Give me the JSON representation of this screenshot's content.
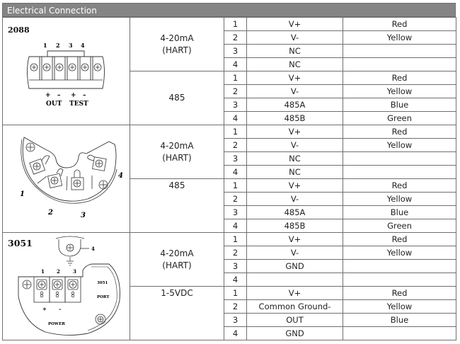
{
  "header": {
    "title": "Electrical Connection"
  },
  "sections": [
    {
      "model": "2088",
      "diagram": {
        "terminal_numbers": [
          "1",
          "2",
          "3",
          "4"
        ],
        "polarity": [
          "+",
          "–",
          "+",
          "–"
        ],
        "labels": [
          "OUT",
          "TEST"
        ]
      },
      "groups": [
        {
          "mode_line1": "4-20mA",
          "mode_line2": "(HART)",
          "rows": [
            {
              "pin": "1",
              "function": "V+",
              "color": "Red"
            },
            {
              "pin": "2",
              "function": "V-",
              "color": "Yellow"
            },
            {
              "pin": "3",
              "function": "NC",
              "color": ""
            },
            {
              "pin": "4",
              "function": "NC",
              "color": ""
            }
          ]
        },
        {
          "mode_line1": "485",
          "mode_line2": "",
          "rows": [
            {
              "pin": "1",
              "function": "V+",
              "color": "Red"
            },
            {
              "pin": "2",
              "function": "V-",
              "color": "Yellow"
            },
            {
              "pin": "3",
              "function": "485A",
              "color": "Blue"
            },
            {
              "pin": "4",
              "function": "485B",
              "color": "Green"
            }
          ]
        }
      ]
    },
    {
      "model": "",
      "diagram": {
        "terminal_numbers": [
          "1",
          "2",
          "3",
          "4"
        ]
      },
      "groups": [
        {
          "mode_line1": "4-20mA",
          "mode_line2": "(HART)",
          "rows": [
            {
              "pin": "1",
              "function": "V+",
              "color": "Red"
            },
            {
              "pin": "2",
              "function": "V-",
              "color": "Yellow"
            },
            {
              "pin": "3",
              "function": "NC",
              "color": ""
            },
            {
              "pin": "4",
              "function": "NC",
              "color": ""
            }
          ]
        },
        {
          "mode_line1": "485",
          "mode_line2": "",
          "rows": [
            {
              "pin": "1",
              "function": "V+",
              "color": "Red"
            },
            {
              "pin": "2",
              "function": "V-",
              "color": "Yellow"
            },
            {
              "pin": "3",
              "function": "485A",
              "color": "Blue"
            },
            {
              "pin": "4",
              "function": "485B",
              "color": "Green"
            }
          ]
        }
      ]
    },
    {
      "model": "3051",
      "diagram": {
        "terminal_numbers": [
          "1",
          "2",
          "3"
        ],
        "ground_terminal": "4",
        "polarity": [
          "+",
          "–"
        ],
        "power_label": "POWER",
        "port_label_1": "3051",
        "port_label_2": "PORT"
      },
      "groups": [
        {
          "mode_line1": "4-20mA",
          "mode_line2": "(HART)",
          "rows": [
            {
              "pin": "1",
              "function": "V+",
              "color": "Red"
            },
            {
              "pin": "2",
              "function": "V-",
              "color": "Yellow"
            },
            {
              "pin": "3",
              "function": "GND",
              "color": ""
            },
            {
              "pin": "4",
              "function": "",
              "color": ""
            }
          ]
        },
        {
          "mode_line1": "1-5VDC",
          "mode_line2": "",
          "rows": [
            {
              "pin": "1",
              "function": "V+",
              "color": "Red"
            },
            {
              "pin": "2",
              "function": "Common Ground-",
              "color": "Yellow"
            },
            {
              "pin": "3",
              "function": "OUT",
              "color": "Blue"
            },
            {
              "pin": "4",
              "function": "GND",
              "color": ""
            }
          ]
        }
      ]
    }
  ],
  "colors": {
    "header_bg": "#858585",
    "header_text": "#ffffff",
    "border": "#6f6f6f"
  }
}
